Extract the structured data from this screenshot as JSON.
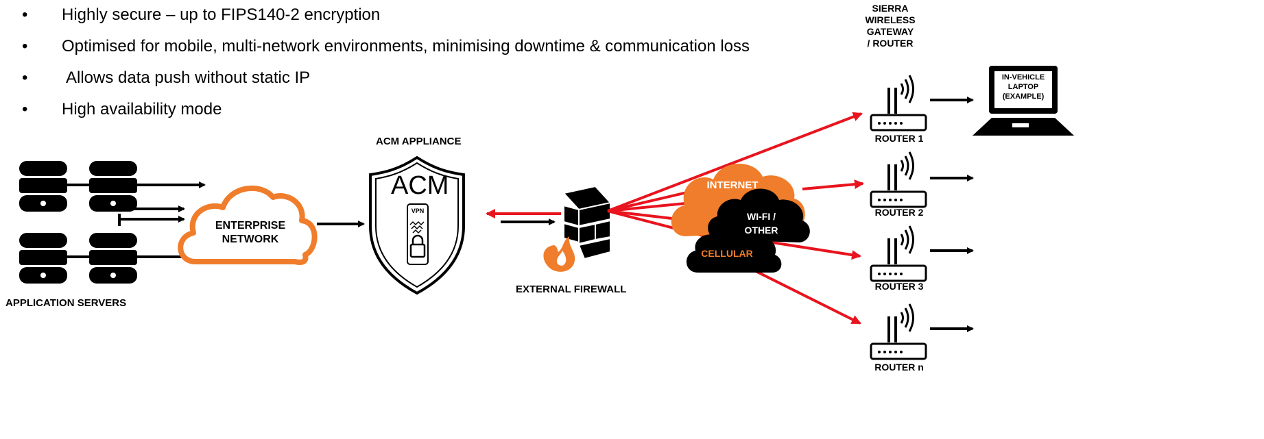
{
  "bullets": [
    {
      "dot": "•",
      "text": "Highly secure – up to FIPS140-2 encryption"
    },
    {
      "dot": "•",
      "text": "Optimised for mobile, multi-network environments, minimising downtime & communication loss"
    },
    {
      "dot": "•",
      "text": "Allows data push without static IP"
    },
    {
      "dot": "•",
      "text": "High availability mode"
    }
  ],
  "labels": {
    "application_servers": "APPLICATION SERVERS",
    "enterprise_network_1": "ENTERPRISE",
    "enterprise_network_2": "NETWORK",
    "acm_appliance": "ACM APPLIANCE",
    "acm": "ACM",
    "vpn": "VPN",
    "external_firewall": "EXTERNAL FIREWALL",
    "internet": "INTERNET",
    "wifi_1": "WI-FI /",
    "wifi_2": "OTHER",
    "cellular": "CELLULAR",
    "gateway_1": "SIERRA",
    "gateway_2": "WIRELESS",
    "gateway_3": "GATEWAY",
    "gateway_4": "/ ROUTER",
    "laptop_1": "IN-VEHICLE",
    "laptop_2": "LAPTOP",
    "laptop_3": "(EXAMPLE)"
  },
  "routers": [
    {
      "label": "ROUTER 1"
    },
    {
      "label": "ROUTER 2"
    },
    {
      "label": "ROUTER 3"
    },
    {
      "label": "ROUTER n"
    }
  ],
  "colors": {
    "accent_orange": "#F07D2B",
    "link_red": "#E8141E",
    "dark": "#000000"
  },
  "icons": [
    "database-icon",
    "cloud-icon",
    "shield-icon",
    "lock-icon",
    "firewall-icon",
    "flame-icon",
    "router-icon",
    "wifi-signal-icon",
    "laptop-icon",
    "arrow-icon"
  ]
}
